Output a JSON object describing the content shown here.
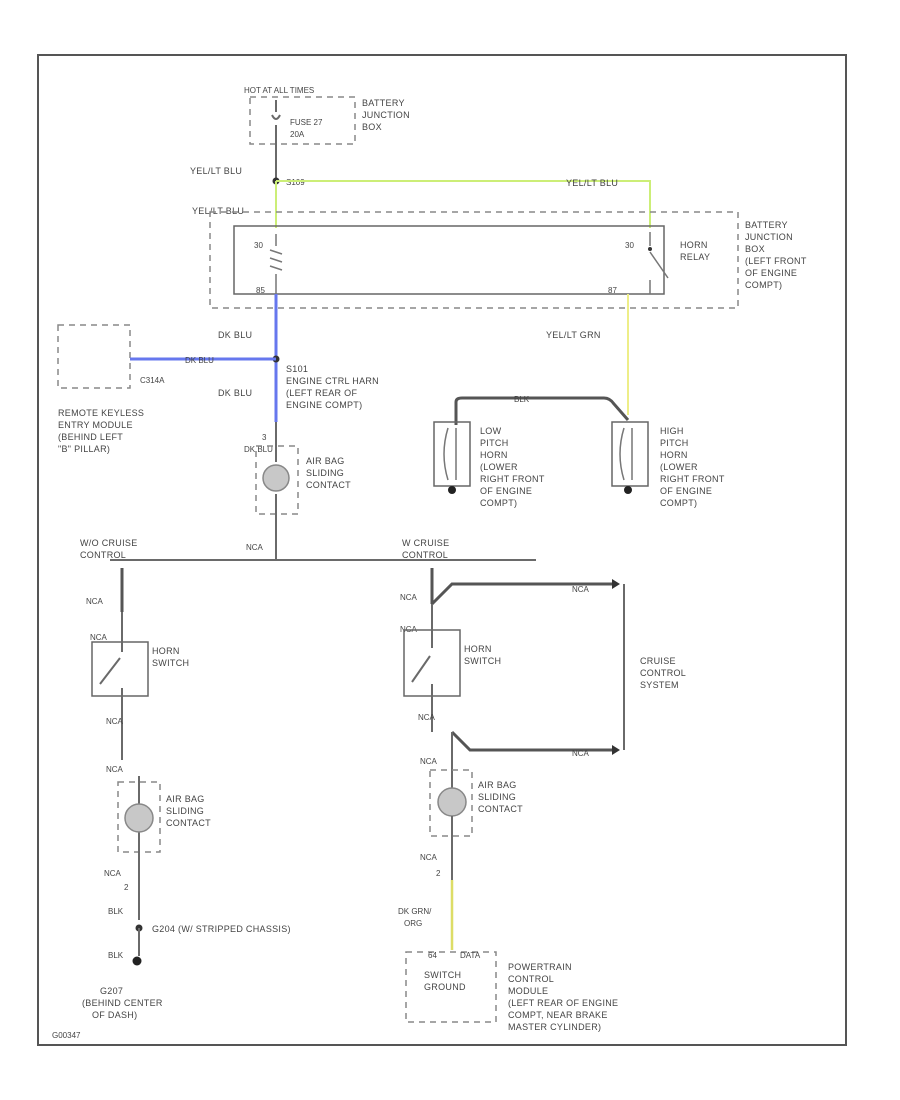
{
  "fuse": {
    "power_label": "HOT AT ALL TIMES",
    "fuse_name": "FUSE 27",
    "fuse_amp": "20A",
    "location": [
      "BATTERY",
      "JUNCTION",
      "BOX"
    ]
  },
  "wires": {
    "fuse_out": "YEL/LT BLU",
    "splice_top": "S109",
    "relay_in_right": "YEL/LT BLU",
    "relay_in_left": "YEL/LT BLU",
    "relay_out_left": "DK BLU",
    "splice_mid_wire": "DK BLU",
    "splice_down": "DK BLU",
    "remote_wire": "DK BLU",
    "relay_out_right": "YEL/LT GRN",
    "horn_cross": "BLK",
    "clock_bottom": "NCA",
    "cruise_left_top": "NCA",
    "cruise_left_switch_in": "NCA",
    "cruise_left_switch_out": "NCA",
    "cruise_left_clock_in": "NCA",
    "cruise_left_clock_out": "NCA",
    "cruise_left_pin": "2",
    "cruise_left_gnd": "BLK",
    "cruise_left_gnd2": "BLK",
    "cruise_right_top": "NCA",
    "cruise_right_arrow": "NCA",
    "cruise_right_switch_in": "NCA",
    "cruise_right_switch_out": "NCA",
    "cruise_right_arrow2": "NCA",
    "cruise_right_clock_in": "NCA",
    "cruise_right_clock_out": "NCA",
    "cruise_right_pin": "2",
    "pcm_wire": [
      "DK GRN/",
      "ORG"
    ],
    "pcm_pin_a": "64",
    "pcm_pin_b": "DATA",
    "clock_top_pin": "3",
    "clock_top_wire": "DK BLU"
  },
  "relay": {
    "pin_left_top": "30",
    "pin_right_top": "30",
    "pin_left_bottom": "85",
    "pin_right_bottom": "87",
    "name": [
      "HORN",
      "RELAY"
    ],
    "location": [
      "BATTERY",
      "JUNCTION",
      "BOX",
      "(LEFT FRONT",
      "OF ENGINE",
      "COMPT)"
    ]
  },
  "splice": {
    "id": "S101",
    "location": [
      "ENGINE CTRL HARN",
      "(LEFT REAR OF",
      "ENGINE COMPT)"
    ]
  },
  "remote": {
    "connector": "C314A",
    "location": [
      "REMOTE KEYLESS",
      "ENTRY MODULE",
      "(BEHIND LEFT",
      "\"B\" PILLAR)"
    ]
  },
  "horns": {
    "low": [
      "LOW",
      "PITCH",
      "HORN",
      "(LOWER",
      "RIGHT FRONT",
      "OF ENGINE",
      "COMPT)"
    ],
    "high": [
      "HIGH",
      "PITCH",
      "HORN",
      "(LOWER",
      "RIGHT FRONT",
      "OF ENGINE",
      "COMPT)"
    ]
  },
  "clockspring_top": [
    "AIR BAG",
    "SLIDING",
    "CONTACT"
  ],
  "options": {
    "without_cruise": [
      "W/O CRUISE",
      "CONTROL"
    ],
    "with_cruise": [
      "W CRUISE",
      "CONTROL"
    ]
  },
  "left_branch": {
    "switch": [
      "HORN",
      "SWITCH"
    ],
    "clockspring": [
      "AIR BAG",
      "SLIDING",
      "CONTACT"
    ],
    "ground_note": "G204 (W/ STRIPPED CHASSIS)",
    "ground_id": "G207",
    "ground_location": [
      "(BEHIND CENTER",
      "OF DASH)"
    ]
  },
  "right_branch": {
    "switch": [
      "HORN",
      "SWITCH"
    ],
    "clockspring": [
      "AIR BAG",
      "SLIDING",
      "CONTACT"
    ],
    "cruise_system": [
      "CRUISE",
      "CONTROL",
      "SYSTEM"
    ]
  },
  "pcm": {
    "inner": [
      "SWITCH",
      "GROUND"
    ],
    "label": [
      "POWERTRAIN",
      "CONTROL",
      "MODULE",
      "(LEFT REAR OF ENGINE",
      "COMPT, NEAR BRAKE",
      "MASTER CYLINDER)"
    ]
  },
  "figure_id": "G00347"
}
